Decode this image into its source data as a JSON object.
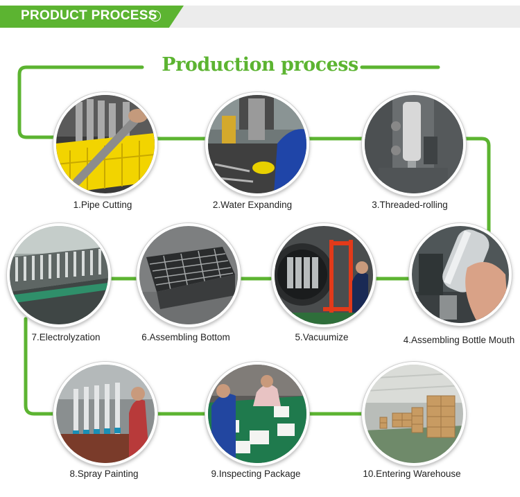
{
  "header": {
    "title": "PRODUCT PROCESS",
    "chevron_icon": "chevron-down-circle-icon"
  },
  "main_title": "Production process",
  "colors": {
    "accent": "#5cb431",
    "header_bg": "#ececec"
  },
  "steps": [
    {
      "label": "1.Pipe Cutting"
    },
    {
      "label": "2.Water Expanding"
    },
    {
      "label": "3.Threaded-rolling"
    },
    {
      "label": "4.Assembling Bottle Mouth"
    },
    {
      "label": "5.Vacuumize"
    },
    {
      "label": "6.Assembling Bottom"
    },
    {
      "label": "7.Electrolyzation"
    },
    {
      "label": "8.Spray Painting"
    },
    {
      "label": "9.Inspecting Package"
    },
    {
      "label": "10.Entering Warehouse"
    }
  ]
}
